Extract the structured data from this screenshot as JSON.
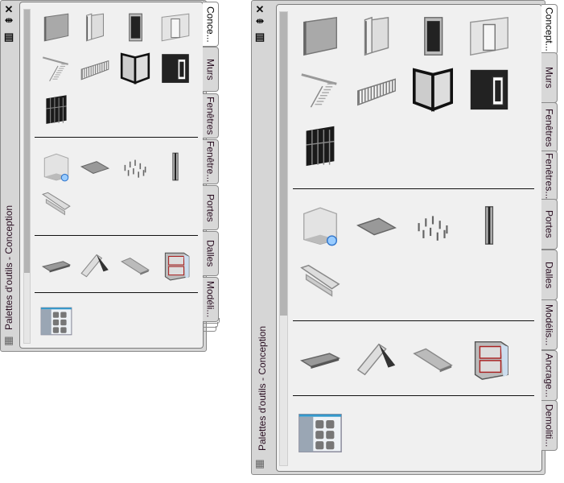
{
  "palettes": [
    {
      "id": "small",
      "title": "Palettes d'outils - Conception",
      "scroll_thumb_fraction": 0.79,
      "tabs": [
        {
          "label": "Conce...",
          "active": true
        },
        {
          "label": "Murs"
        },
        {
          "label": "Fenêtres"
        },
        {
          "label": "Fenêtre..."
        },
        {
          "label": "Portes"
        },
        {
          "label": "Dalles"
        },
        {
          "label": "Modéli..."
        }
      ],
      "sections": [
        [
          "wall",
          "door-opening",
          "door",
          "wall-opening",
          "stair",
          "railing",
          "corner-window",
          "door-window-assembly",
          "curtain-wall"
        ],
        [
          "space",
          "ceiling-grid",
          "column-grid",
          "column",
          "beam"
        ],
        [
          "slab",
          "roof",
          "roof-slab",
          "wall-section"
        ],
        [
          "tool-palette-window"
        ]
      ]
    },
    {
      "id": "large",
      "title": "Palettes d'outils - Conception",
      "scroll_thumb_fraction": 0.67,
      "tabs": [
        {
          "label": "Concept...",
          "active": true
        },
        {
          "label": "Murs"
        },
        {
          "label": "Fenêtres"
        },
        {
          "label": "Fenêtres..."
        },
        {
          "label": "Portes"
        },
        {
          "label": "Dalles"
        },
        {
          "label": "Modélis..."
        },
        {
          "label": "Ancrage..."
        },
        {
          "label": "Demoliti..."
        }
      ],
      "sections": [
        [
          "wall",
          "door-opening",
          "door",
          "wall-opening",
          "stair",
          "railing",
          "corner-window",
          "door-window-assembly",
          "curtain-wall"
        ],
        [
          "space",
          "ceiling-grid",
          "column-grid",
          "column",
          "beam"
        ],
        [
          "slab",
          "roof",
          "roof-slab",
          "wall-section"
        ],
        [
          "tool-palette-window"
        ]
      ]
    }
  ]
}
